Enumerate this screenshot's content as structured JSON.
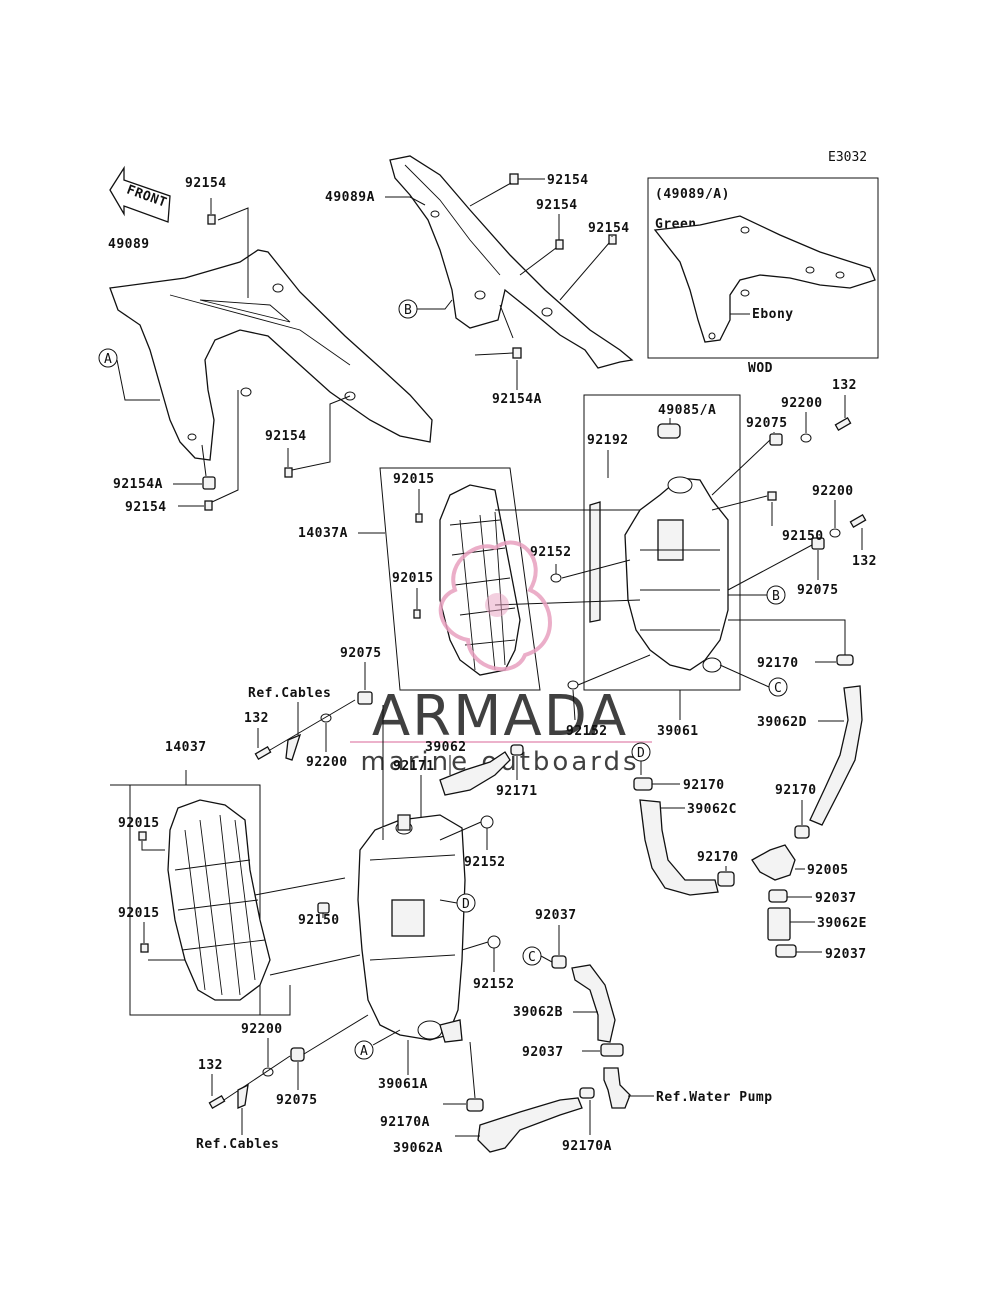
{
  "diagram": {
    "code": "E3032",
    "front_label": "FRONT",
    "inset": {
      "title": "(49089/A)",
      "color_1": "Green",
      "color_2": "Ebony",
      "caption": "WOD"
    },
    "callouts": [
      "A",
      "B",
      "C",
      "D"
    ],
    "parts": {
      "p49089": "49089",
      "p92154_a": "92154",
      "p92154_b": "92154",
      "p92154_c": "92154",
      "p92154_d": "92154",
      "p92154_e": "92154",
      "p92154A_a": "92154A",
      "p92154A_b": "92154A",
      "p49089A": "49089A",
      "p49085A": "49085/A",
      "p132_a": "132",
      "p132_b": "132",
      "p132_c": "132",
      "p132_d": "132",
      "p92200_a": "92200",
      "p92200_b": "92200",
      "p92200_c": "92200",
      "p92200_d": "92200",
      "p92075_a": "92075",
      "p92075_b": "92075",
      "p92075_c": "92075",
      "p92075_d": "92075",
      "p92192": "92192",
      "p92150_a": "92150",
      "p92150_b": "92150",
      "p92015_a": "92015",
      "p92015_b": "92015",
      "p92015_c": "92015",
      "p92015_d": "92015",
      "p14037A": "14037A",
      "p14037": "14037",
      "p92152_a": "92152",
      "p92152_b": "92152",
      "p92152_c": "92152",
      "p92152_d": "92152",
      "p92170_a": "92170",
      "p92170_b": "92170",
      "p92170_c": "92170",
      "p92170_d": "92170",
      "p39061": "39061",
      "p39061A": "39061A",
      "p39062D": "39062D",
      "p39062": "39062",
      "p39062C": "39062C",
      "p39062E": "39062E",
      "p39062B": "39062B",
      "p39062A": "39062A",
      "p92171_a": "92171",
      "p92171_b": "92171",
      "p92005": "92005",
      "p92037_a": "92037",
      "p92037_b": "92037",
      "p92037_c": "92037",
      "p92037_d": "92037",
      "p92170A_a": "92170A",
      "p92170A_b": "92170A",
      "ref_cables_a": "Ref.Cables",
      "ref_cables_b": "Ref.Cables",
      "ref_water_pump": "Ref.Water Pump"
    }
  },
  "watermark": {
    "brand": "ARMADA",
    "tagline": "marine outboards",
    "brand_color": "#7a7a7a",
    "accent_color": "#e8a0bf"
  }
}
